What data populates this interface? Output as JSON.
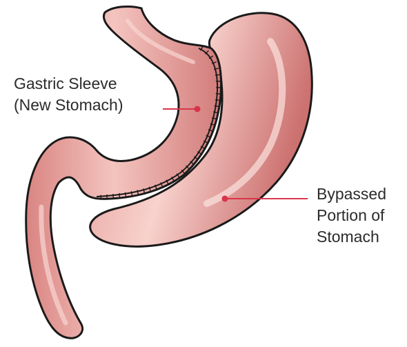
{
  "labels": {
    "gastric_sleeve": {
      "line1": "Gastric Sleeve",
      "line2": "(New Stomach)"
    },
    "bypassed_portion": {
      "line1": "Bypassed",
      "line2": "Portion of",
      "line3": "Stomach"
    }
  },
  "colors": {
    "tissue": "#e79a95",
    "tissue_light": "#f6cdc8",
    "tissue_dark": "#c8706f",
    "outline": "#1a1a1a",
    "leader": "#d8354a"
  }
}
